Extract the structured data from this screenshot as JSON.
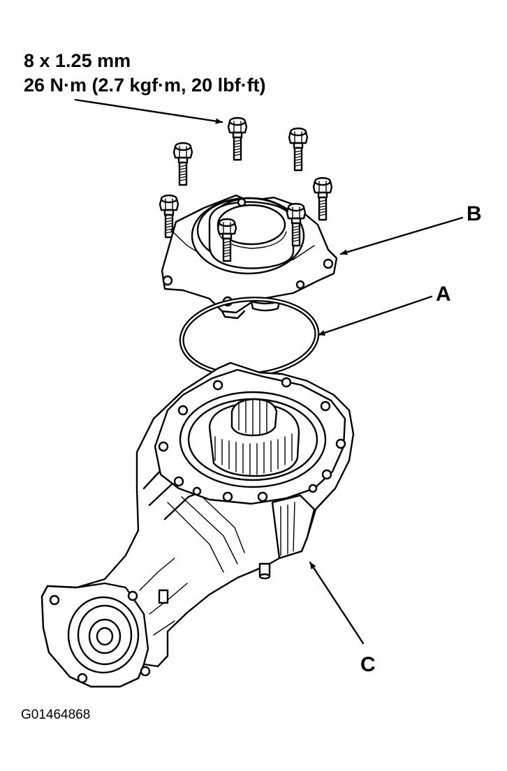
{
  "torque_spec": {
    "thread": "8 x 1.25 mm",
    "torque": "26 N·m (2.7 kgf·m, 20 lbf·ft)"
  },
  "callouts": {
    "a": "A",
    "b": "B",
    "c": "C"
  },
  "figure_id": "G01464868",
  "parts": {
    "bolt_icon": "bolt-icon",
    "o_ring_icon": "o-ring-icon",
    "cover_icon": "bearing-cover-icon",
    "housing_icon": "differential-housing-icon"
  },
  "colors": {
    "ink": "#000000",
    "paper": "#ffffff"
  }
}
